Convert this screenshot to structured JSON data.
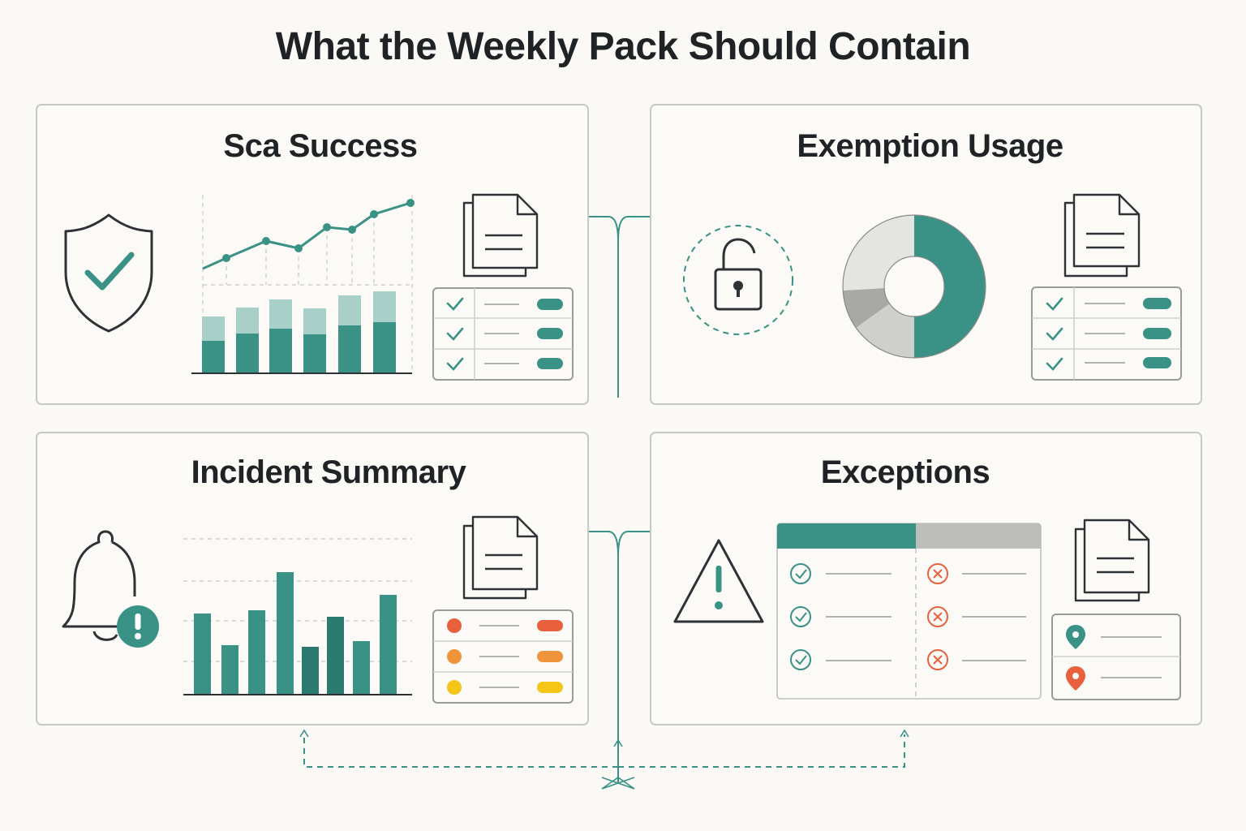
{
  "title": "What the Weekly Pack Should Contain",
  "colors": {
    "teal": "#3a9186",
    "teal_dark": "#2b7a70",
    "teal_light": "#a8cfc8",
    "gray_light": "#e4e4e2",
    "gray_mid": "#a8a8a6",
    "gray": "#cfcfcd",
    "red": "#e8603c",
    "orange": "#f0943b",
    "yellow": "#f5c518",
    "outline": "#bfbfbf",
    "ink": "#2e3236"
  },
  "panels": [
    {
      "id": "sca-success",
      "title": "Sca Success",
      "icons": [
        "shield-check-icon",
        "document-icon"
      ],
      "checklist": [
        "check-icon",
        "check-icon",
        "check-icon"
      ]
    },
    {
      "id": "exemption-usage",
      "title": "Exemption Usage",
      "icons": [
        "unlock-icon",
        "document-icon"
      ],
      "checklist": [
        "check-icon",
        "check-icon",
        "check-icon"
      ]
    },
    {
      "id": "incident-summary",
      "title": "Incident Summary",
      "icons": [
        "bell-alert-icon",
        "document-icon"
      ],
      "status_list": [
        "red",
        "orange",
        "yellow"
      ]
    },
    {
      "id": "exceptions",
      "title": "Exceptions",
      "icons": [
        "warning-icon",
        "document-icon"
      ],
      "pass_fail_table": {
        "pass": [
          "check-icon",
          "check-icon",
          "check-icon"
        ],
        "fail": [
          "x-icon",
          "x-icon",
          "x-icon"
        ]
      },
      "location_list": [
        "teal-pin-icon",
        "orange-pin-icon"
      ]
    }
  ]
}
